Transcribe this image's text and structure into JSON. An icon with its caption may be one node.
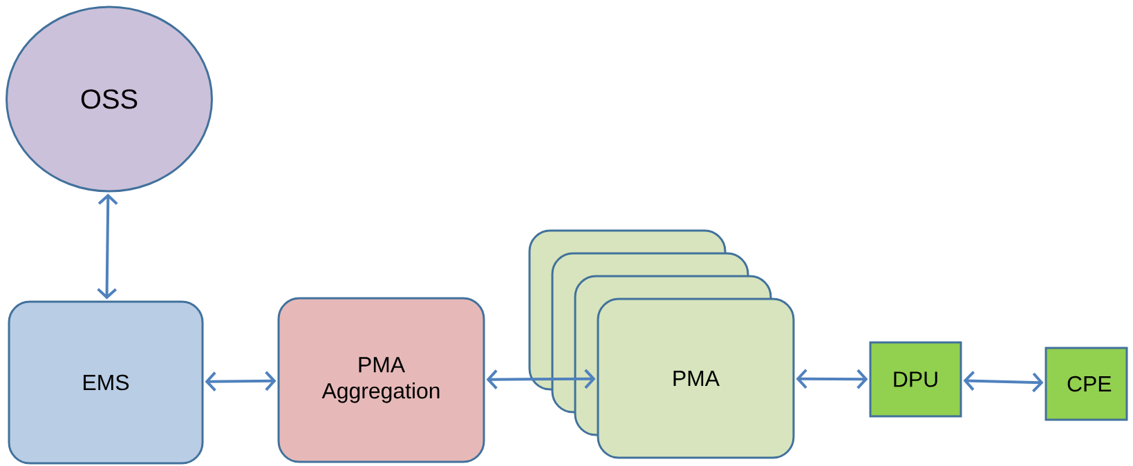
{
  "diagram": {
    "nodes": [
      {
        "text": [
          "OSS"
        ]
      },
      {
        "text": [
          "EMS"
        ]
      },
      {
        "text": [
          "PMA Aggregation"
        ]
      },
      {
        "text": [
          "PMA"
        ]
      },
      {
        "text": [
          "DPU"
        ]
      },
      {
        "text": [
          "CPE"
        ]
      }
    ],
    "edges": [
      {
        "from": 0,
        "to": 1,
        "arrow": "both"
      },
      {
        "from": 1,
        "to": 2,
        "arrow": "both"
      },
      {
        "from": 2,
        "to": 3,
        "arrow": "both"
      },
      {
        "from": 3,
        "to": 4,
        "arrow": "both"
      },
      {
        "from": 4,
        "to": 5,
        "arrow": "both"
      }
    ]
  }
}
